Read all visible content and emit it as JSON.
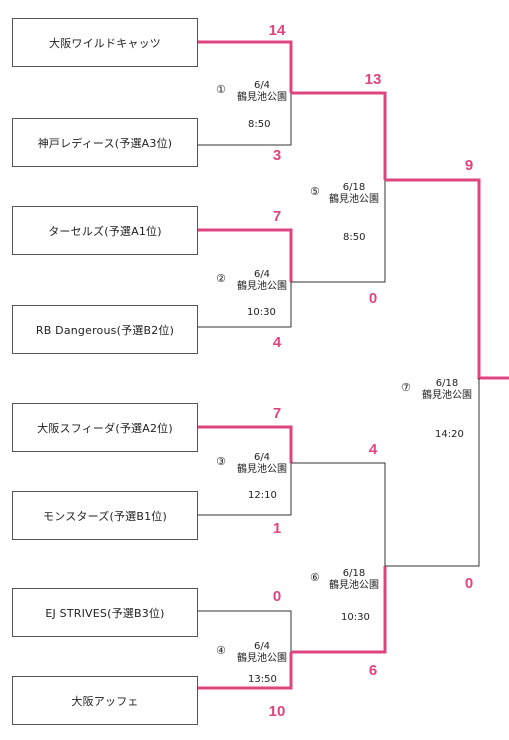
{
  "teams": [
    "大阪ワイルドキャッツ",
    "神戸レディース(予選A3位)",
    "ターセルズ(予選A1位)",
    "RB Dangerous(予選B2位)",
    "大阪スフィーダ(予選A2位)",
    "モンスターズ(予選B1位)",
    "EJ STRIVES(予選B3位)",
    "大阪アッフェ"
  ],
  "matches": [
    {
      "num": "①",
      "date": "6/4",
      "venue": "鶴見池公園",
      "time": "8:50",
      "top_score": "14",
      "bottom_score": "3"
    },
    {
      "num": "②",
      "date": "6/4",
      "venue": "鶴見池公園",
      "time": "10:30",
      "top_score": "7",
      "bottom_score": "4"
    },
    {
      "num": "③",
      "date": "6/4",
      "venue": "鶴見池公園",
      "time": "12:10",
      "top_score": "7",
      "bottom_score": "1"
    },
    {
      "num": "④",
      "date": "6/4",
      "venue": "鶴見池公園",
      "time": "13:50",
      "top_score": "0",
      "bottom_score": "10"
    },
    {
      "num": "⑤",
      "date": "6/18",
      "venue": "鶴見池公園",
      "time": "8:50",
      "top_score": "13",
      "bottom_score": "0"
    },
    {
      "num": "⑥",
      "date": "6/18",
      "venue": "鶴見池公園",
      "time": "10:30",
      "top_score": "4",
      "bottom_score": "6"
    },
    {
      "num": "⑦",
      "date": "6/18",
      "venue": "鶴見池公園",
      "time": "14:20",
      "top_score": "9",
      "bottom_score": "0"
    }
  ],
  "colors": {
    "winner_line": "#e0447e",
    "line": "#333333",
    "score": "#e0447e"
  }
}
